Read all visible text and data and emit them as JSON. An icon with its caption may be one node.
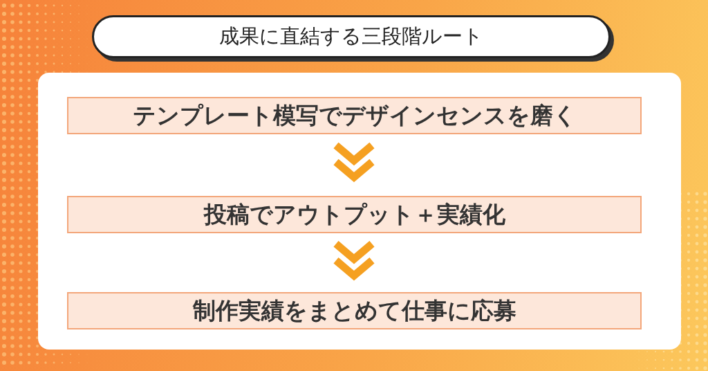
{
  "diagram": {
    "title": "成果に直結する三段階ルート",
    "nodes": [
      {
        "text": [
          "テンプレート模写でデザインセンスを磨く"
        ]
      },
      {
        "text": [
          "投稿でアウトプット＋実績化"
        ]
      },
      {
        "text": [
          "制作実績をまとめて仕事に応募"
        ]
      }
    ],
    "edges": [
      {
        "from": 0,
        "to": 1,
        "arrow": "to"
      },
      {
        "from": 1,
        "to": 2,
        "arrow": "to"
      }
    ]
  }
}
